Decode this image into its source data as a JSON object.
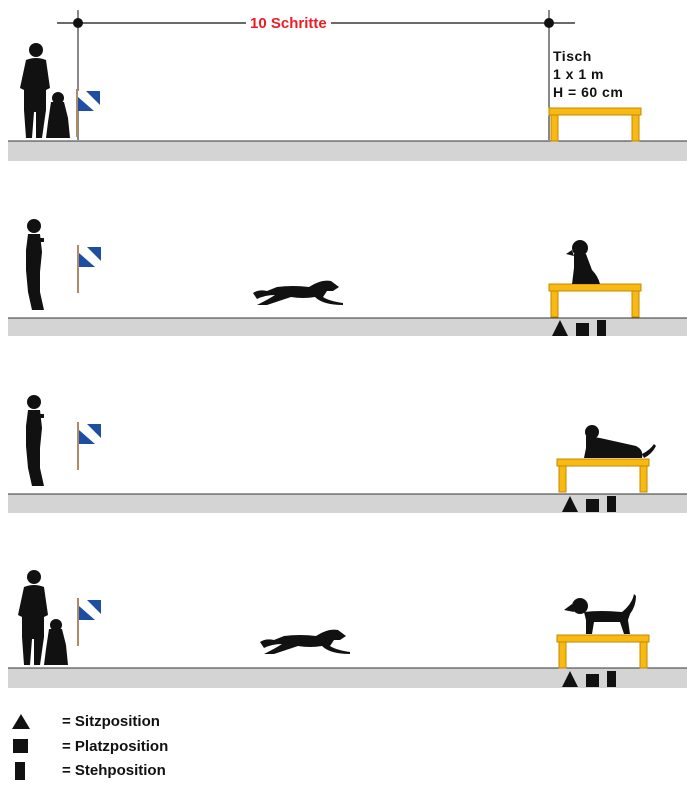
{
  "distance": {
    "label": "10 Schritte"
  },
  "table": {
    "name": "Tisch",
    "size": "1 x 1 m",
    "height": "H = 60 cm"
  },
  "colors": {
    "distance_label": "#ee1c25",
    "table": "#f7b912",
    "ground": "#d4d4d4",
    "flag": "#1c4ea2",
    "silhouette": "#111111"
  },
  "legend": [
    {
      "icon": "triangle-icon",
      "text": "= Sitzposition"
    },
    {
      "icon": "square-icon",
      "text": "= Platzposition"
    },
    {
      "icon": "rectangle-icon",
      "text": "= Stehposition"
    }
  ]
}
